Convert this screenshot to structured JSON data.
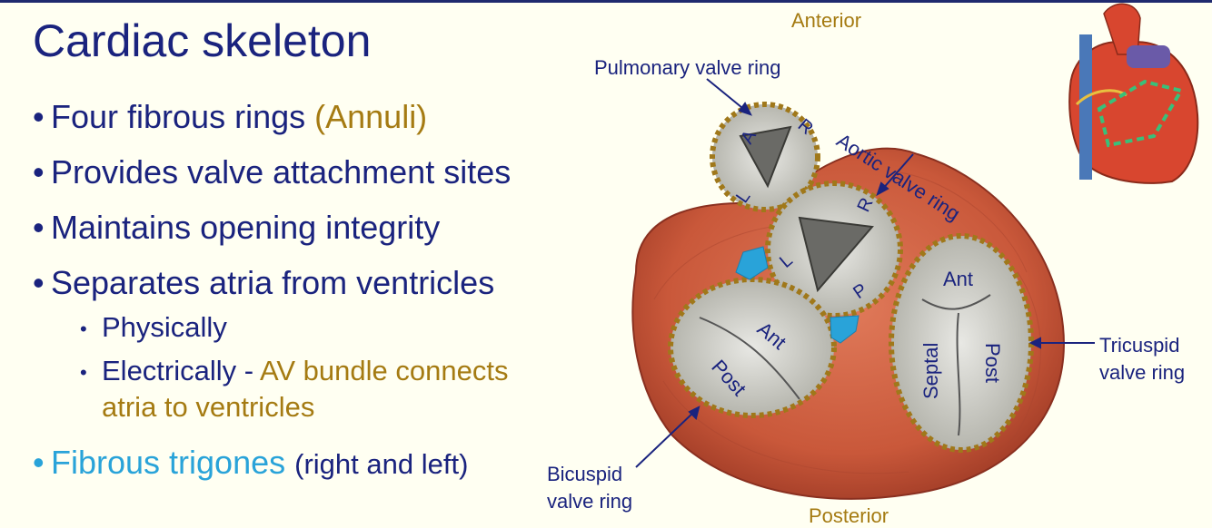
{
  "title": "Cardiac skeleton",
  "bullets": {
    "b1": "Four fibrous rings",
    "b1_paren": "(Annuli)",
    "b2": "Provides valve attachment sites",
    "b3": "Maintains opening integrity",
    "b4": "Separates atria from ventricles",
    "sub1": "Physically",
    "sub2_a": "Electrically -",
    "sub2_b": "AV bundle connects",
    "sub2_c": "atria to ventricles",
    "b5": "Fibrous trigones",
    "b5_paren": "(right and left)"
  },
  "figure": {
    "anterior": "Anterior",
    "posterior": "Posterior",
    "pulmonary": "Pulmonary valve ring",
    "aortic": "Aortic valve ring",
    "tricuspid_1": "Tricuspid",
    "tricuspid_2": "valve ring",
    "bicuspid_1": "Bicuspid",
    "bicuspid_2": "valve ring",
    "pulm_cusps": [
      "A",
      "R",
      "L"
    ],
    "aortic_cusps": [
      "R",
      "L",
      "P"
    ],
    "bicuspid_cusps": [
      "Ant",
      "Post"
    ],
    "tricuspid_cusps": [
      "Ant",
      "Septal",
      "Post"
    ]
  },
  "colors": {
    "title": "#1a237e",
    "gold": "#a57b12",
    "cyan": "#29a3d9",
    "muscle": "#c9583a"
  }
}
